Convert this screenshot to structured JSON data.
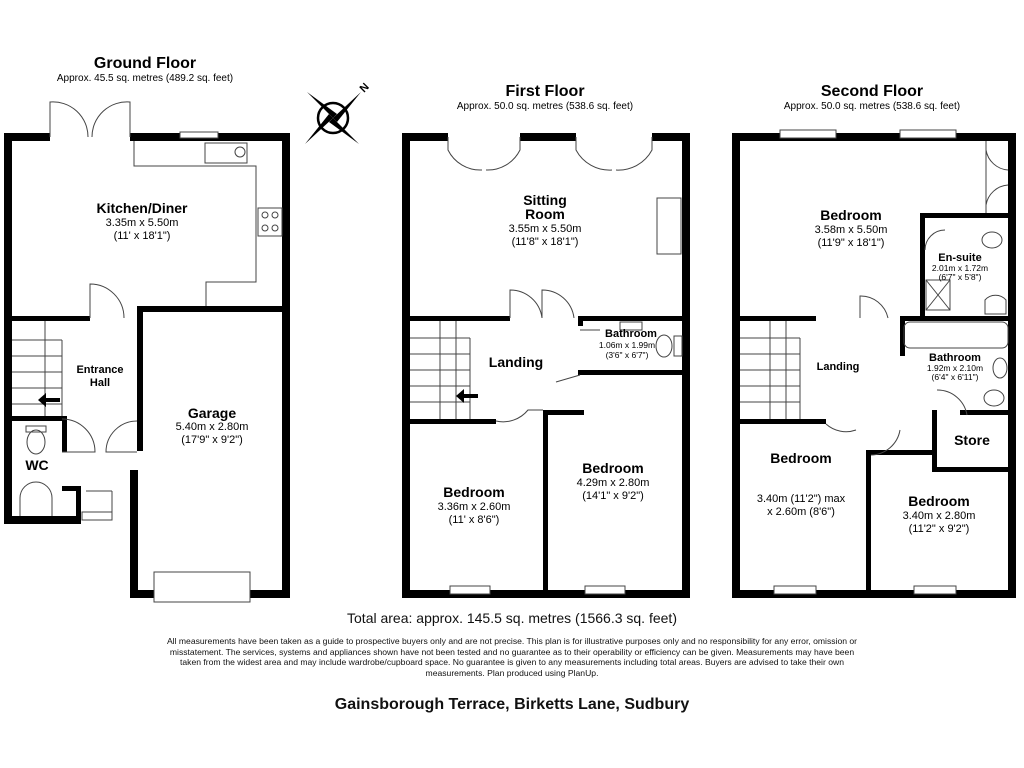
{
  "floors": {
    "ground": {
      "title": "Ground Floor",
      "area": "Approx. 45.5 sq. metres (489.2 sq. feet)",
      "rooms": {
        "kitchen": {
          "name": "Kitchen/Diner",
          "dim1": "3.35m x 5.50m",
          "dim2": "(11' x 18'1\")"
        },
        "hall": {
          "name1": "Entrance",
          "name2": "Hall"
        },
        "garage": {
          "name": "Garage",
          "dim1": "5.40m x 2.80m",
          "dim2": "(17'9\" x 9'2\")"
        },
        "wc": {
          "name": "WC"
        }
      }
    },
    "first": {
      "title": "First Floor",
      "area": "Approx. 50.0 sq. metres (538.6 sq. feet)",
      "rooms": {
        "sitting": {
          "name1": "Sitting",
          "name2": "Room",
          "dim1": "3.55m x 5.50m",
          "dim2": "(11'8\" x 18'1\")"
        },
        "landing": {
          "name": "Landing"
        },
        "bathroom": {
          "name": "Bathroom",
          "dim1": "1.06m x 1.99m",
          "dim2": "(3'6\" x 6'7\")"
        },
        "bedroom1": {
          "name": "Bedroom",
          "dim1": "3.36m x 2.60m",
          "dim2": "(11' x 8'6\")"
        },
        "bedroom2": {
          "name": "Bedroom",
          "dim1": "4.29m x 2.80m",
          "dim2": "(14'1\" x 9'2\")"
        }
      }
    },
    "second": {
      "title": "Second Floor",
      "area": "Approx. 50.0 sq. metres (538.6 sq. feet)",
      "rooms": {
        "bedroom_main": {
          "name": "Bedroom",
          "dim1": "3.58m x 5.50m",
          "dim2": "(11'9\" x 18'1\")"
        },
        "ensuite": {
          "name": "En-suite",
          "dim1": "2.01m x 1.72m",
          "dim2": "(6'7\" x 5'8\")"
        },
        "landing": {
          "name": "Landing"
        },
        "bathroom": {
          "name": "Bathroom",
          "dim1": "1.92m x 2.10m",
          "dim2": "(6'4\" x 6'11\")"
        },
        "store": {
          "name": "Store"
        },
        "bedroom_left": {
          "name": "Bedroom",
          "dim1": "3.40m (11'2\") max",
          "dim2": "x 2.60m (8'6\")"
        },
        "bedroom_right": {
          "name": "Bedroom",
          "dim1": "3.40m x 2.80m",
          "dim2": "(11'2\" x 9'2\")"
        }
      }
    }
  },
  "compass": {
    "label": "N"
  },
  "total_area": "Total area: approx. 145.5 sq. metres (1566.3 sq. feet)",
  "disclaimer": "All measurements have been taken as a guide to prospective buyers only and are not precise. This plan is for illustrative purposes only and no responsibility for any error, omission or misstatement. The services, systems and appliances shown have not been tested and no guarantee as to their operability or efficiency can be given. Measurements may have been taken from the widest area and may include wardrobe/cupboard space. No guarantee is given to any measurements including total areas. Buyers are advised to take their own measurements. Plan produced using PlanUp.",
  "address": "Gainsborough Terrace, Birketts Lane, Sudbury"
}
